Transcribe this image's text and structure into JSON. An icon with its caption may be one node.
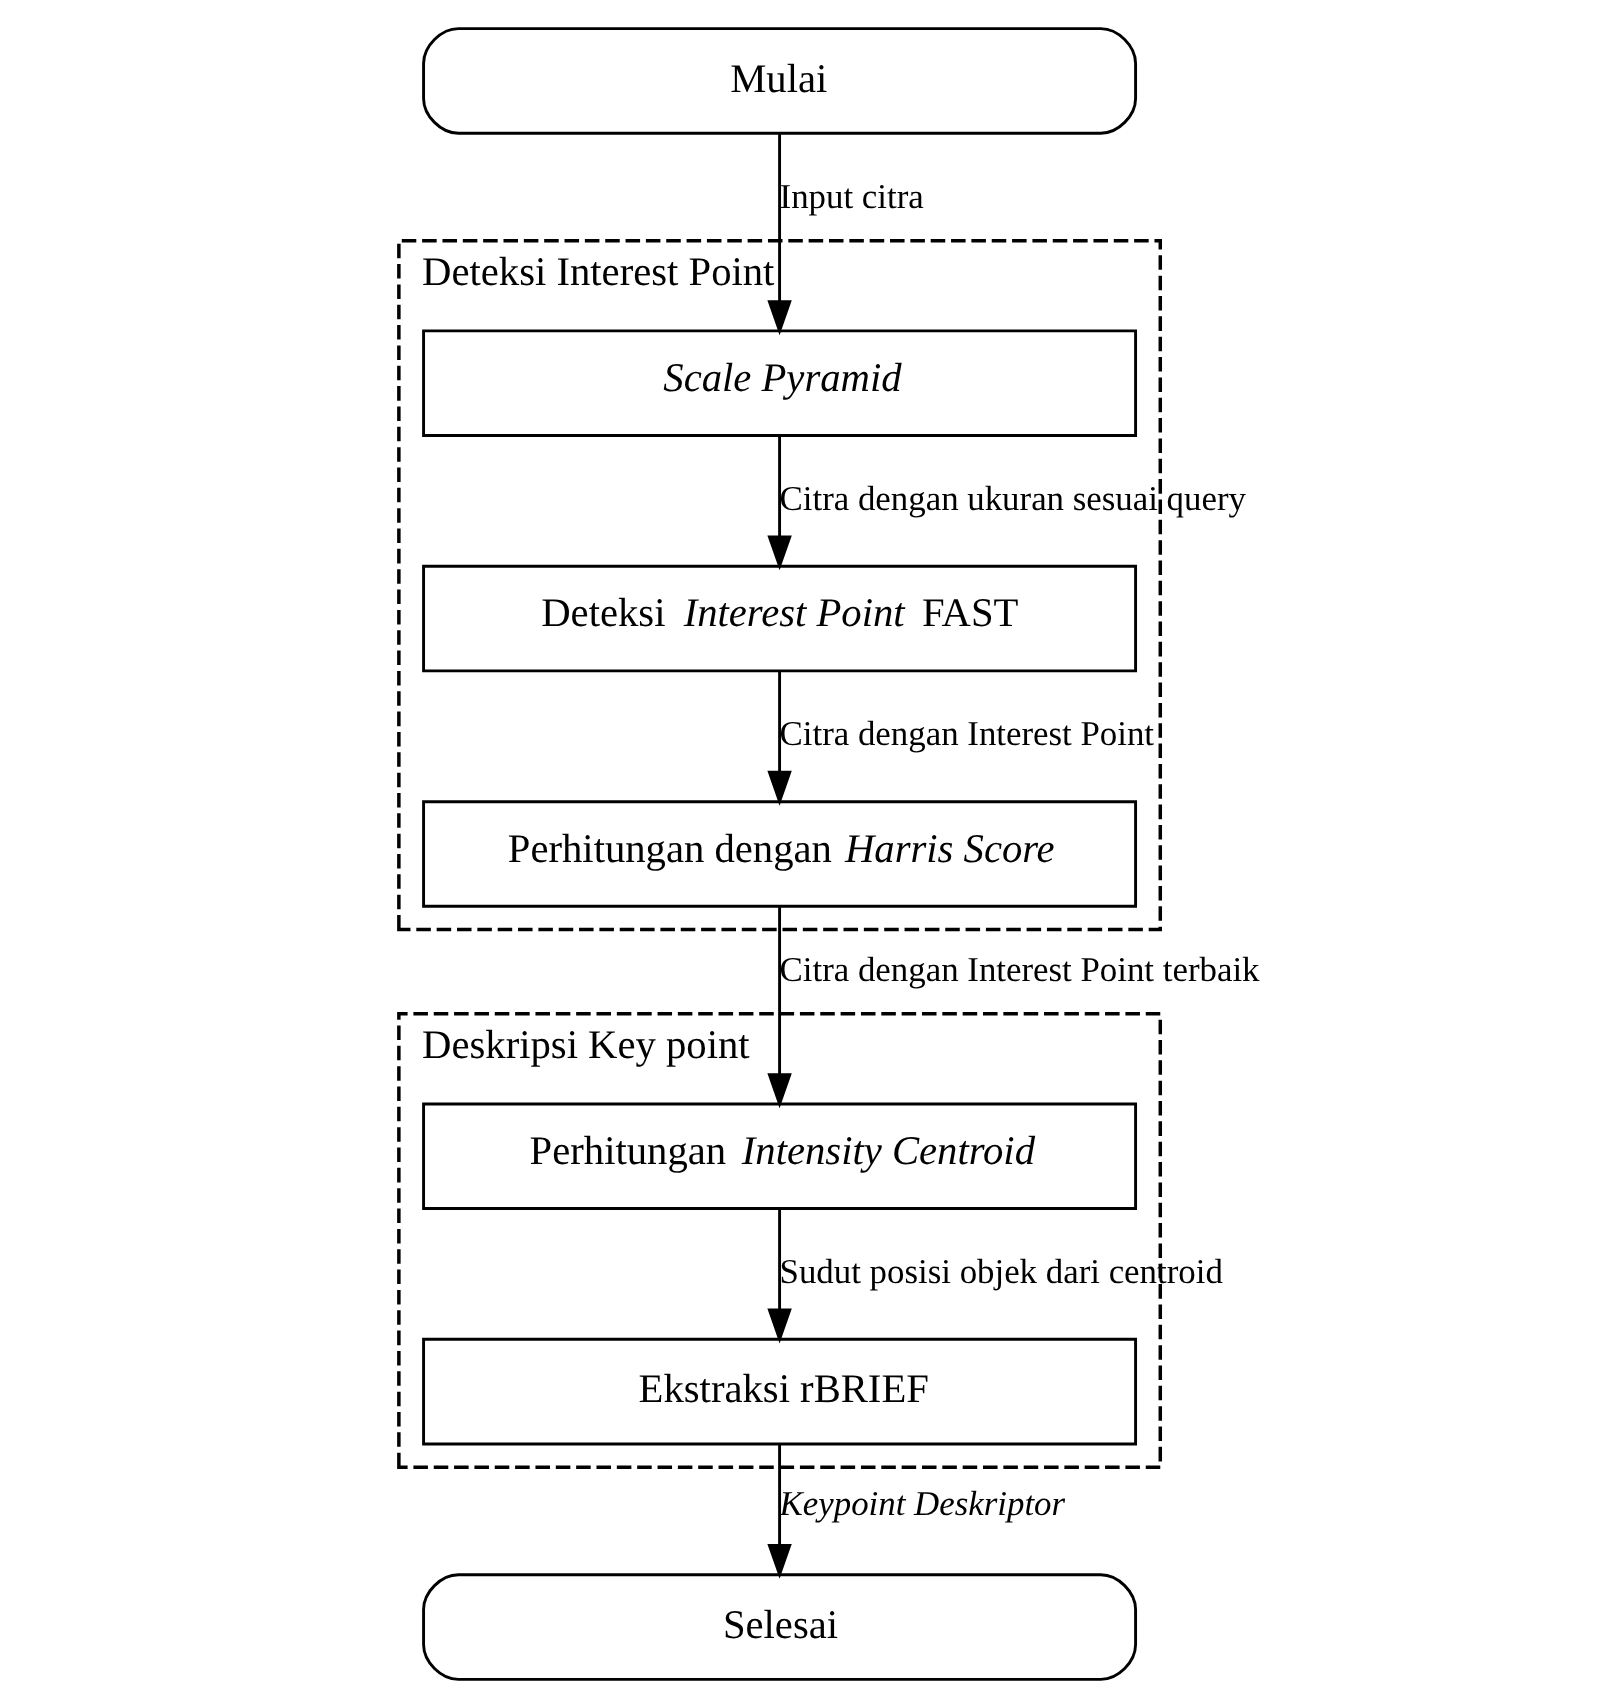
{
  "diagram": {
    "nodes": [
      {
        "text": [
          "Mulai"
        ]
      },
      {
        "text": [
          "Deteksi Interest Point"
        ]
      },
      {
        "text": [
          "*Scale Pyramid*"
        ],
        "in": 1
      },
      {
        "text": [
          "Deteksi *Interest Point* FAST"
        ],
        "in": 1
      },
      {
        "text": [
          "Perhitungan dengan *Harris Score*"
        ],
        "in": 1
      },
      {
        "text": [
          "Deskripsi Key point"
        ]
      },
      {
        "text": [
          "Perhitungan *Intensity Centroid*"
        ],
        "in": 5
      },
      {
        "text": [
          "Ekstraksi rBRIEF"
        ],
        "in": 5
      },
      {
        "text": [
          "Selesai"
        ]
      }
    ],
    "edges": [
      {
        "from": 0,
        "to": 2,
        "arrow": "to",
        "label": "Input citra"
      },
      {
        "from": 2,
        "to": 3,
        "arrow": "to",
        "label": "Citra dengan ukuran sesuai query"
      },
      {
        "from": 3,
        "to": 4,
        "arrow": "to",
        "label": "Citra dengan Interest Point"
      },
      {
        "from": 4,
        "to": 6,
        "arrow": "to",
        "label": "Citra dengan Interest Point terbaik"
      },
      {
        "from": 6,
        "to": 7,
        "arrow": "to",
        "label": "Sudut posisi objek dari centroid"
      },
      {
        "from": 7,
        "to": 8,
        "arrow": "to",
        "label": "*Keypoint Deskriptor*"
      }
    ]
  }
}
